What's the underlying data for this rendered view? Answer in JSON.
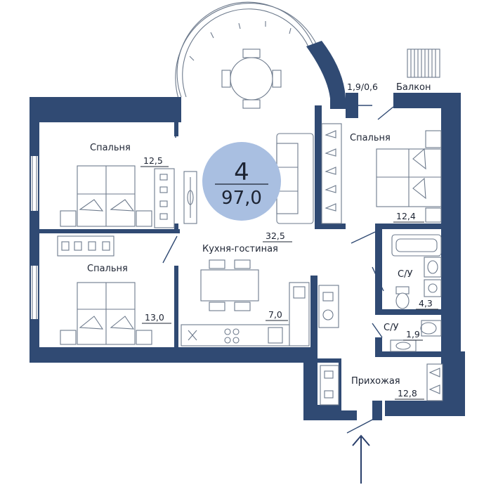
{
  "plan": {
    "rooms_count": "4",
    "total_area": "97,0",
    "rooms": [
      {
        "name": "Спальня",
        "area": "12,5"
      },
      {
        "name": "Спальня",
        "area": "13,0"
      },
      {
        "name": "Кухня-гостиная",
        "area": "32,5"
      },
      {
        "name": "",
        "area": "7,0"
      },
      {
        "name": "Спальня",
        "area": "12,4"
      },
      {
        "name": "С/У",
        "area": "4,3"
      },
      {
        "name": "С/У",
        "area": "1,9"
      },
      {
        "name": "Прихожая",
        "area": "12,8"
      },
      {
        "name": "Балкон",
        "area": "1,9/0,6"
      }
    ]
  },
  "colors": {
    "wall": "#304a73",
    "badge": "#a9bfe1",
    "arrow": "#2a3f6b"
  }
}
